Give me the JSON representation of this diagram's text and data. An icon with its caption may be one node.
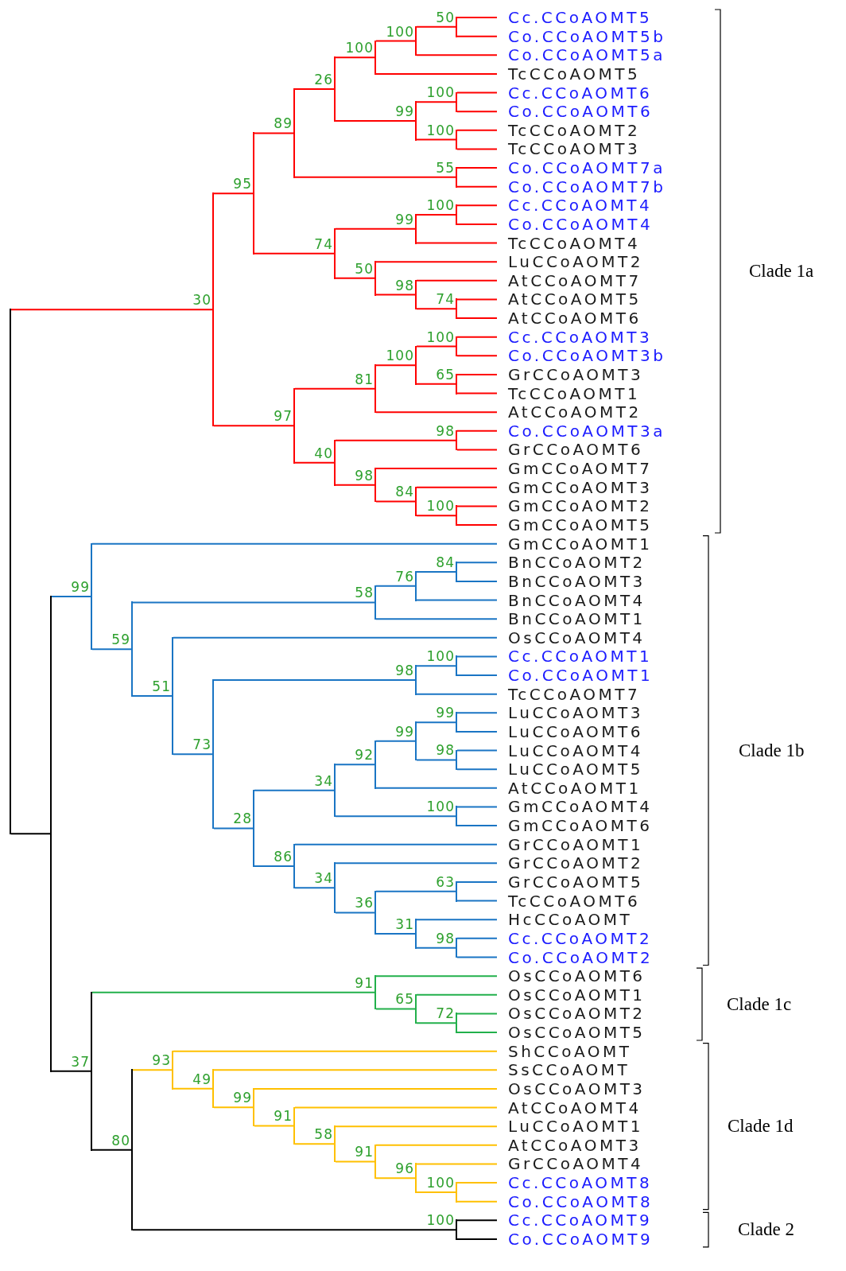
{
  "diagram": {
    "nodes": [
      {
        "text": [
          "Cc.CCoAOMT5"
        ]
      },
      {
        "text": [
          "Co.CCoAOMT5b"
        ]
      },
      {
        "text": [
          "Co.CCoAOMT5a"
        ]
      },
      {
        "text": [
          "TcCCoAOMT5"
        ]
      },
      {
        "text": [
          "Cc.CCoAOMT6"
        ]
      },
      {
        "text": [
          "Co.CCoAOMT6"
        ]
      },
      {
        "text": [
          "TcCCoAOMT2"
        ]
      },
      {
        "text": [
          "TcCCoAOMT3"
        ]
      },
      {
        "text": [
          "Co.CCoAOMT7a"
        ]
      },
      {
        "text": [
          "Co.CCoAOMT7b"
        ]
      },
      {
        "text": [
          "Cc.CCoAOMT4"
        ]
      },
      {
        "text": [
          "Co.CCoAOMT4"
        ]
      },
      {
        "text": [
          "TcCCoAOMT4"
        ]
      },
      {
        "text": [
          "LuCCoAOMT2"
        ]
      },
      {
        "text": [
          "AtCCoAOMT7"
        ]
      },
      {
        "text": [
          "AtCCoAOMT5"
        ]
      },
      {
        "text": [
          "AtCCoAOMT6"
        ]
      },
      {
        "text": [
          "Cc.CCoAOMT3"
        ]
      },
      {
        "text": [
          "Co.CCoAOMT3b"
        ]
      },
      {
        "text": [
          "GrCCoAOMT3"
        ]
      },
      {
        "text": [
          "TcCCoAOMT1"
        ]
      },
      {
        "text": [
          "AtCCoAOMT2"
        ]
      },
      {
        "text": [
          "Co.CCoAOMT3a"
        ]
      },
      {
        "text": [
          "GrCCoAOMT6"
        ]
      },
      {
        "text": [
          "GmCCoAOMT7"
        ]
      },
      {
        "text": [
          "GmCCoAOMT3"
        ]
      },
      {
        "text": [
          "GmCCoAOMT2"
        ]
      },
      {
        "text": [
          "GmCCoAOMT5"
        ]
      },
      {
        "text": [
          "GmCCoAOMT1"
        ]
      },
      {
        "text": [
          "BnCCoAOMT2"
        ]
      },
      {
        "text": [
          "BnCCoAOMT3"
        ]
      },
      {
        "text": [
          "BnCCoAOMT4"
        ]
      },
      {
        "text": [
          "BnCCoAOMT1"
        ]
      },
      {
        "text": [
          "OsCCoAOMT4"
        ]
      },
      {
        "text": [
          "Cc.CCoAOMT1"
        ]
      },
      {
        "text": [
          "Co.CCoAOMT1"
        ]
      },
      {
        "text": [
          "TcCCoAOMT7"
        ]
      },
      {
        "text": [
          "LuCCoAOMT3"
        ]
      },
      {
        "text": [
          "LuCCoAOMT6"
        ]
      },
      {
        "text": [
          "LuCCoAOMT4"
        ]
      },
      {
        "text": [
          "LuCCoAOMT5"
        ]
      },
      {
        "text": [
          "AtCCoAOMT1"
        ]
      },
      {
        "text": [
          "GmCCoAOMT4"
        ]
      },
      {
        "text": [
          "GmCCoAOMT6"
        ]
      },
      {
        "text": [
          "GrCCoAOMT1"
        ]
      },
      {
        "text": [
          "GrCCoAOMT2"
        ]
      },
      {
        "text": [
          "GrCCoAOMT5"
        ]
      },
      {
        "text": [
          "TcCCoAOMT6"
        ]
      },
      {
        "text": [
          "HcCCoAOMT"
        ]
      },
      {
        "text": [
          "Cc.CCoAOMT2"
        ]
      },
      {
        "text": [
          "Co.CCoAOMT2"
        ]
      },
      {
        "text": [
          "OsCCoAOMT6"
        ]
      },
      {
        "text": [
          "OsCCoAOMT1"
        ]
      },
      {
        "text": [
          "OsCCoAOMT2"
        ]
      },
      {
        "text": [
          "OsCCoAOMT5"
        ]
      },
      {
        "text": [
          "ShCCoAOMT"
        ]
      },
      {
        "text": [
          "SsCCoAOMT"
        ]
      },
      {
        "text": [
          "OsCCoAOMT3"
        ]
      },
      {
        "text": [
          "AtCCoAOMT4"
        ]
      },
      {
        "text": [
          "LuCCoAOMT1"
        ]
      },
      {
        "text": [
          "AtCCoAOMT3"
        ]
      },
      {
        "text": [
          "GrCCoAOMT4"
        ]
      },
      {
        "text": [
          "Cc.CCoAOMT8"
        ]
      },
      {
        "text": [
          "Co.CCoAOMT8"
        ]
      },
      {
        "text": [
          "Cc.CCoAOMT9"
        ]
      },
      {
        "text": [
          "Co.CCoAOMT9"
        ]
      },
      {
        "text": [],
        "shape": "bar"
      },
      {
        "text": [],
        "shape": "bar"
      },
      {
        "text": [],
        "shape": "bar"
      },
      {
        "text": [],
        "shape": "bar"
      },
      {
        "text": [],
        "shape": "bar"
      },
      {
        "text": [],
        "shape": "bar"
      },
      {
        "text": [],
        "shape": "bar"
      },
      {
        "text": [],
        "shape": "bar"
      },
      {
        "text": [],
        "shape": "bar"
      },
      {
        "text": [],
        "shape": "bar"
      },
      {
        "text": [],
        "shape": "bar"
      },
      {
        "text": [],
        "shape": "bar"
      },
      {
        "text": [],
        "shape": "bar"
      },
      {
        "text": [],
        "shape": "bar"
      },
      {
        "text": [],
        "shape": "bar"
      },
      {
        "text": [],
        "shape": "bar"
      },
      {
        "text": [],
        "shape": "bar"
      },
      {
        "text": [],
        "shape": "bar"
      },
      {
        "text": [],
        "shape": "bar"
      },
      {
        "text": [],
        "shape": "bar"
      },
      {
        "text": [],
        "shape": "bar"
      },
      {
        "text": [],
        "shape": "bar"
      },
      {
        "text": [],
        "shape": "bar"
      },
      {
        "text": [],
        "shape": "bar"
      },
      {
        "text": [],
        "shape": "bar"
      },
      {
        "text": [],
        "shape": "bar"
      },
      {
        "text": [],
        "shape": "bar"
      },
      {
        "text": [],
        "shape": "bar"
      },
      {
        "text": [],
        "shape": "bar"
      },
      {
        "text": [],
        "shape": "bar"
      },
      {
        "text": [],
        "shape": "bar"
      },
      {
        "text": [],
        "shape": "bar"
      },
      {
        "text": [],
        "shape": "bar"
      },
      {
        "text": [],
        "shape": "bar"
      },
      {
        "text": [],
        "shape": "bar"
      },
      {
        "text": [],
        "shape": "bar"
      },
      {
        "text": [],
        "shape": "bar"
      },
      {
        "text": [],
        "shape": "bar"
      },
      {
        "text": [],
        "shape": "bar"
      },
      {
        "text": [],
        "shape": "bar"
      },
      {
        "text": [],
        "shape": "bar"
      },
      {
        "text": [],
        "shape": "bar"
      },
      {
        "text": [],
        "shape": "bar"
      },
      {
        "text": [],
        "shape": "bar"
      },
      {
        "text": [],
        "shape": "bar"
      },
      {
        "text": [],
        "shape": "bar"
      },
      {
        "text": [],
        "shape": "bar"
      },
      {
        "text": [],
        "shape": "bar"
      },
      {
        "text": [],
        "shape": "bar"
      },
      {
        "text": [],
        "shape": "bar"
      },
      {
        "text": [],
        "shape": "bar"
      },
      {
        "text": [],
        "shape": "bar"
      },
      {
        "text": [],
        "shape": "bar"
      },
      {
        "text": [],
        "shape": "bar"
      },
      {
        "text": [],
        "shape": "bar"
      },
      {
        "text": [],
        "shape": "bar"
      },
      {
        "text": [],
        "shape": "bar"
      },
      {
        "text": [],
        "shape": "bar"
      },
      {
        "text": [],
        "shape": "bar"
      },
      {
        "text": [],
        "shape": "bar"
      },
      {
        "text": [],
        "shape": "bar"
      },
      {
        "text": [],
        "shape": "bar"
      },
      {
        "text": [],
        "shape": "bar"
      },
      {
        "text": [],
        "shape": "bar"
      },
      {
        "text": [],
        "shape": "bar"
      }
    ],
    "edges": [
      {
        "from": 66,
        "to": 0,
        "arrow": "none"
      },
      {
        "from": 66,
        "to": 1,
        "arrow": "none"
      },
      {
        "from": 67,
        "to": 66,
        "arrow": "none",
        "label": "50"
      },
      {
        "from": 67,
        "to": 2,
        "arrow": "none"
      },
      {
        "from": 68,
        "to": 67,
        "arrow": "none",
        "label": "100"
      },
      {
        "from": 68,
        "to": 3,
        "arrow": "none"
      },
      {
        "from": 69,
        "to": 4,
        "arrow": "none"
      },
      {
        "from": 69,
        "to": 5,
        "arrow": "none"
      },
      {
        "from": 70,
        "to": 6,
        "arrow": "none"
      },
      {
        "from": 70,
        "to": 7,
        "arrow": "none"
      },
      {
        "from": 71,
        "to": 69,
        "arrow": "none",
        "label": "100"
      },
      {
        "from": 71,
        "to": 70,
        "arrow": "none",
        "label": "100"
      },
      {
        "from": 72,
        "to": 68,
        "arrow": "none",
        "label": "100"
      },
      {
        "from": 72,
        "to": 71,
        "arrow": "none",
        "label": "99"
      },
      {
        "from": 73,
        "to": 8,
        "arrow": "none"
      },
      {
        "from": 73,
        "to": 9,
        "arrow": "none"
      },
      {
        "from": 74,
        "to": 72,
        "arrow": "none",
        "label": "26"
      },
      {
        "from": 74,
        "to": 73,
        "arrow": "none",
        "label": "55"
      },
      {
        "from": 75,
        "to": 10,
        "arrow": "none"
      },
      {
        "from": 75,
        "to": 11,
        "arrow": "none"
      },
      {
        "from": 76,
        "to": 75,
        "arrow": "none",
        "label": "100"
      },
      {
        "from": 76,
        "to": 12,
        "arrow": "none"
      },
      {
        "from": 77,
        "to": 15,
        "arrow": "none"
      },
      {
        "from": 77,
        "to": 16,
        "arrow": "none"
      },
      {
        "from": 78,
        "to": 14,
        "arrow": "none"
      },
      {
        "from": 78,
        "to": 77,
        "arrow": "none",
        "label": "74"
      },
      {
        "from": 79,
        "to": 13,
        "arrow": "none"
      },
      {
        "from": 79,
        "to": 78,
        "arrow": "none",
        "label": "98"
      },
      {
        "from": 80,
        "to": 76,
        "arrow": "none",
        "label": "99"
      },
      {
        "from": 80,
        "to": 79,
        "arrow": "none",
        "label": "50"
      },
      {
        "from": 81,
        "to": 74,
        "arrow": "none",
        "label": "89"
      },
      {
        "from": 81,
        "to": 80,
        "arrow": "none",
        "label": "74"
      },
      {
        "from": 82,
        "to": 17,
        "arrow": "none"
      },
      {
        "from": 82,
        "to": 18,
        "arrow": "none"
      },
      {
        "from": 83,
        "to": 19,
        "arrow": "none"
      },
      {
        "from": 83,
        "to": 20,
        "arrow": "none"
      },
      {
        "from": 84,
        "to": 82,
        "arrow": "none",
        "label": "100"
      },
      {
        "from": 84,
        "to": 83,
        "arrow": "none",
        "label": "65"
      },
      {
        "from": 85,
        "to": 84,
        "arrow": "none",
        "label": "100"
      },
      {
        "from": 85,
        "to": 21,
        "arrow": "none"
      },
      {
        "from": 86,
        "to": 22,
        "arrow": "none"
      },
      {
        "from": 86,
        "to": 23,
        "arrow": "none"
      },
      {
        "from": 87,
        "to": 26,
        "arrow": "none"
      },
      {
        "from": 87,
        "to": 27,
        "arrow": "none"
      },
      {
        "from": 88,
        "to": 25,
        "arrow": "none"
      },
      {
        "from": 88,
        "to": 87,
        "arrow": "none",
        "label": "100"
      },
      {
        "from": 89,
        "to": 24,
        "arrow": "none"
      },
      {
        "from": 89,
        "to": 88,
        "arrow": "none",
        "label": "84"
      },
      {
        "from": 90,
        "to": 86,
        "arrow": "none",
        "label": "98"
      },
      {
        "from": 90,
        "to": 89,
        "arrow": "none",
        "label": "98"
      },
      {
        "from": 91,
        "to": 85,
        "arrow": "none",
        "label": "81"
      },
      {
        "from": 91,
        "to": 90,
        "arrow": "none",
        "label": "40"
      },
      {
        "from": 92,
        "to": 81,
        "arrow": "none",
        "label": "95"
      },
      {
        "from": 92,
        "to": 91,
        "arrow": "none",
        "label": "97"
      },
      {
        "from": 93,
        "to": 29,
        "arrow": "none",
        "color": "#1a75c4"
      },
      {
        "from": 93,
        "to": 30,
        "arrow": "none",
        "color": "#1a75c4"
      },
      {
        "from": 94,
        "to": 93,
        "arrow": "none",
        "label": "84",
        "color": "#1a75c4"
      },
      {
        "from": 94,
        "to": 31,
        "arrow": "none",
        "color": "#1a75c4"
      },
      {
        "from": 95,
        "to": 94,
        "arrow": "none",
        "label": "76",
        "color": "#1a75c4"
      },
      {
        "from": 95,
        "to": 32,
        "arrow": "none",
        "color": "#1a75c4"
      },
      {
        "from": 96,
        "to": 34,
        "arrow": "none",
        "color": "#1a75c4"
      },
      {
        "from": 96,
        "to": 35,
        "arrow": "none",
        "color": "#1a75c4"
      },
      {
        "from": 97,
        "to": 96,
        "arrow": "none",
        "label": "100",
        "color": "#1a75c4"
      },
      {
        "from": 97,
        "to": 36,
        "arrow": "none",
        "color": "#1a75c4"
      },
      {
        "from": 98,
        "to": 37,
        "arrow": "none",
        "color": "#1a75c4"
      },
      {
        "from": 98,
        "to": 38,
        "arrow": "none",
        "color": "#1a75c4"
      },
      {
        "from": 99,
        "to": 39,
        "arrow": "none",
        "color": "#1a75c4"
      },
      {
        "from": 99,
        "to": 40,
        "arrow": "none",
        "color": "#1a75c4"
      },
      {
        "from": 100,
        "to": 98,
        "arrow": "none",
        "label": "99",
        "color": "#1a75c4"
      },
      {
        "from": 100,
        "to": 99,
        "arrow": "none",
        "label": "98",
        "color": "#1a75c4"
      },
      {
        "from": 101,
        "to": 100,
        "arrow": "none",
        "label": "99",
        "color": "#1a75c4"
      },
      {
        "from": 101,
        "to": 41,
        "arrow": "none",
        "color": "#1a75c4"
      },
      {
        "from": 102,
        "to": 42,
        "arrow": "none",
        "color": "#1a75c4"
      },
      {
        "from": 102,
        "to": 43,
        "arrow": "none",
        "color": "#1a75c4"
      },
      {
        "from": 103,
        "to": 101,
        "arrow": "none",
        "label": "92",
        "color": "#1a75c4"
      },
      {
        "from": 103,
        "to": 102,
        "arrow": "none",
        "label": "100",
        "color": "#1a75c4"
      },
      {
        "from": 104,
        "to": 46,
        "arrow": "none",
        "color": "#1a75c4"
      },
      {
        "from": 104,
        "to": 47,
        "arrow": "none",
        "color": "#1a75c4"
      },
      {
        "from": 105,
        "to": 49,
        "arrow": "none",
        "color": "#1a75c4"
      },
      {
        "from": 105,
        "to": 50,
        "arrow": "none",
        "color": "#1a75c4"
      },
      {
        "from": 106,
        "to": 48,
        "arrow": "none",
        "color": "#1a75c4"
      },
      {
        "from": 106,
        "to": 105,
        "arrow": "none",
        "label": "98",
        "color": "#1a75c4"
      },
      {
        "from": 107,
        "to": 104,
        "arrow": "none",
        "label": "63",
        "color": "#1a75c4"
      },
      {
        "from": 107,
        "to": 106,
        "arrow": "none",
        "label": "31",
        "color": "#1a75c4"
      },
      {
        "from": 108,
        "to": 45,
        "arrow": "none",
        "color": "#1a75c4"
      },
      {
        "from": 108,
        "to": 107,
        "arrow": "none",
        "label": "36",
        "color": "#1a75c4"
      },
      {
        "from": 109,
        "to": 44,
        "arrow": "none",
        "color": "#1a75c4"
      },
      {
        "from": 109,
        "to": 108,
        "arrow": "none",
        "label": "34",
        "color": "#1a75c4"
      },
      {
        "from": 110,
        "to": 103,
        "arrow": "none",
        "label": "34",
        "color": "#1a75c4"
      },
      {
        "from": 110,
        "to": 109,
        "arrow": "none",
        "label": "86",
        "color": "#1a75c4"
      },
      {
        "from": 111,
        "to": 97,
        "arrow": "none",
        "label": "98",
        "color": "#1a75c4"
      },
      {
        "from": 111,
        "to": 110,
        "arrow": "none",
        "label": "28",
        "color": "#1a75c4"
      },
      {
        "from": 112,
        "to": 33,
        "arrow": "none",
        "color": "#1a75c4"
      },
      {
        "from": 112,
        "to": 111,
        "arrow": "none",
        "label": "73",
        "color": "#1a75c4"
      },
      {
        "from": 113,
        "to": 95,
        "arrow": "none",
        "label": "58",
        "color": "#1a75c4"
      },
      {
        "from": 113,
        "to": 112,
        "arrow": "none",
        "label": "51",
        "color": "#1a75c4"
      },
      {
        "from": 114,
        "to": 28,
        "arrow": "none",
        "color": "#1a75c4"
      },
      {
        "from": 114,
        "to": 113,
        "arrow": "none",
        "label": "59",
        "color": "#1a75c4"
      },
      {
        "from": 115,
        "to": 53,
        "arrow": "none",
        "color": "#22b04b"
      },
      {
        "from": 115,
        "to": 54,
        "arrow": "none",
        "color": "#22b04b"
      },
      {
        "from": 116,
        "to": 52,
        "arrow": "none",
        "color": "#22b04b"
      },
      {
        "from": 116,
        "to": 115,
        "arrow": "none",
        "label": "72",
        "color": "#22b04b"
      },
      {
        "from": 117,
        "to": 51,
        "arrow": "none",
        "color": "#22b04b"
      },
      {
        "from": 117,
        "to": 116,
        "arrow": "none",
        "label": "65",
        "color": "#22b04b"
      },
      {
        "from": 118,
        "to": 62,
        "arrow": "none",
        "color": "#ffc000"
      },
      {
        "from": 118,
        "to": 63,
        "arrow": "none",
        "color": "#ffc000"
      },
      {
        "from": 119,
        "to": 61,
        "arrow": "none",
        "color": "#ffc000"
      },
      {
        "from": 119,
        "to": 118,
        "arrow": "none",
        "label": "100",
        "color": "#ffc000"
      },
      {
        "from": 120,
        "to": 60,
        "arrow": "none",
        "color": "#ffc000"
      },
      {
        "from": 120,
        "to": 119,
        "arrow": "none",
        "label": "96",
        "color": "#ffc000"
      },
      {
        "from": 121,
        "to": 59,
        "arrow": "none",
        "color": "#ffc000"
      },
      {
        "from": 121,
        "to": 120,
        "arrow": "none",
        "label": "91",
        "color": "#ffc000"
      },
      {
        "from": 122,
        "to": 58,
        "arrow": "none",
        "color": "#ffc000"
      },
      {
        "from": 122,
        "to": 121,
        "arrow": "none",
        "label": "58",
        "color": "#ffc000"
      },
      {
        "from": 123,
        "to": 57,
        "arrow": "none",
        "color": "#ffc000"
      },
      {
        "from": 123,
        "to": 122,
        "arrow": "none",
        "label": "91",
        "color": "#ffc000"
      },
      {
        "from": 124,
        "to": 56,
        "arrow": "none",
        "color": "#ffc000"
      },
      {
        "from": 124,
        "to": 123,
        "arrow": "none",
        "label": "99",
        "color": "#ffc000"
      },
      {
        "from": 125,
        "to": 55,
        "arrow": "none",
        "color": "#ffc000"
      },
      {
        "from": 125,
        "to": 124,
        "arrow": "none",
        "label": "49",
        "color": "#ffc000"
      },
      {
        "from": 126,
        "to": 64,
        "arrow": "none",
        "color": "#000000"
      },
      {
        "from": 126,
        "to": 65,
        "arrow": "none",
        "color": "#000000"
      },
      {
        "from": 127,
        "to": 125,
        "arrow": "none",
        "label": "93",
        "color": "#ffc000"
      },
      {
        "from": 127,
        "to": 126,
        "arrow": "none",
        "label": "100",
        "color": "#000000"
      },
      {
        "from": 128,
        "to": 117,
        "arrow": "none",
        "label": "91",
        "color": "#22b04b"
      },
      {
        "from": 128,
        "to": 127,
        "arrow": "none",
        "label": "80",
        "color": "#000000"
      },
      {
        "from": 129,
        "to": 114,
        "arrow": "none",
        "label": "99",
        "color": "#1a75c4"
      },
      {
        "from": 129,
        "to": 128,
        "arrow": "none",
        "label": "37",
        "color": "#000000"
      },
      {
        "from": 130,
        "to": 92,
        "arrow": "none",
        "label": "30"
      },
      {
        "from": 130,
        "to": 129,
        "arrow": "none",
        "color": "#000000"
      }
    ],
    "labels": [
      "Clade 1a",
      "Clade 1b",
      "Clade 1c",
      "Clade 1d",
      "Clade 2"
    ]
  }
}
